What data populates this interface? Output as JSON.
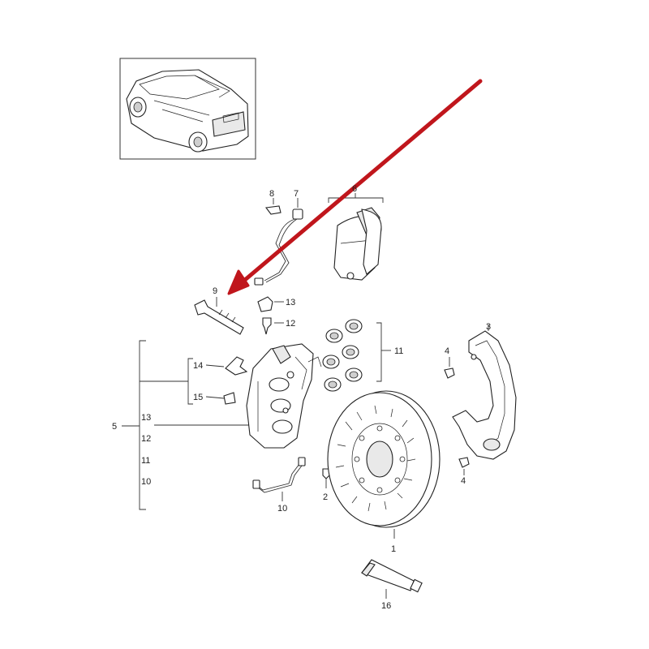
{
  "labels": {
    "p1": "1",
    "p2": "2",
    "p3": "3",
    "p4a": "4",
    "p4b": "4",
    "p5": "5",
    "p6": "6",
    "p7": "7",
    "p8": "8",
    "p9": "9",
    "p10a": "10",
    "p10b": "10",
    "p11a": "11",
    "p11b": "11",
    "p12a": "12",
    "p12b": "12",
    "p13a": "13",
    "p13b": "13",
    "p14": "14",
    "p15": "15",
    "p16": "16"
  },
  "colors": {
    "arrow": "#c0161c",
    "line": "#333333"
  }
}
